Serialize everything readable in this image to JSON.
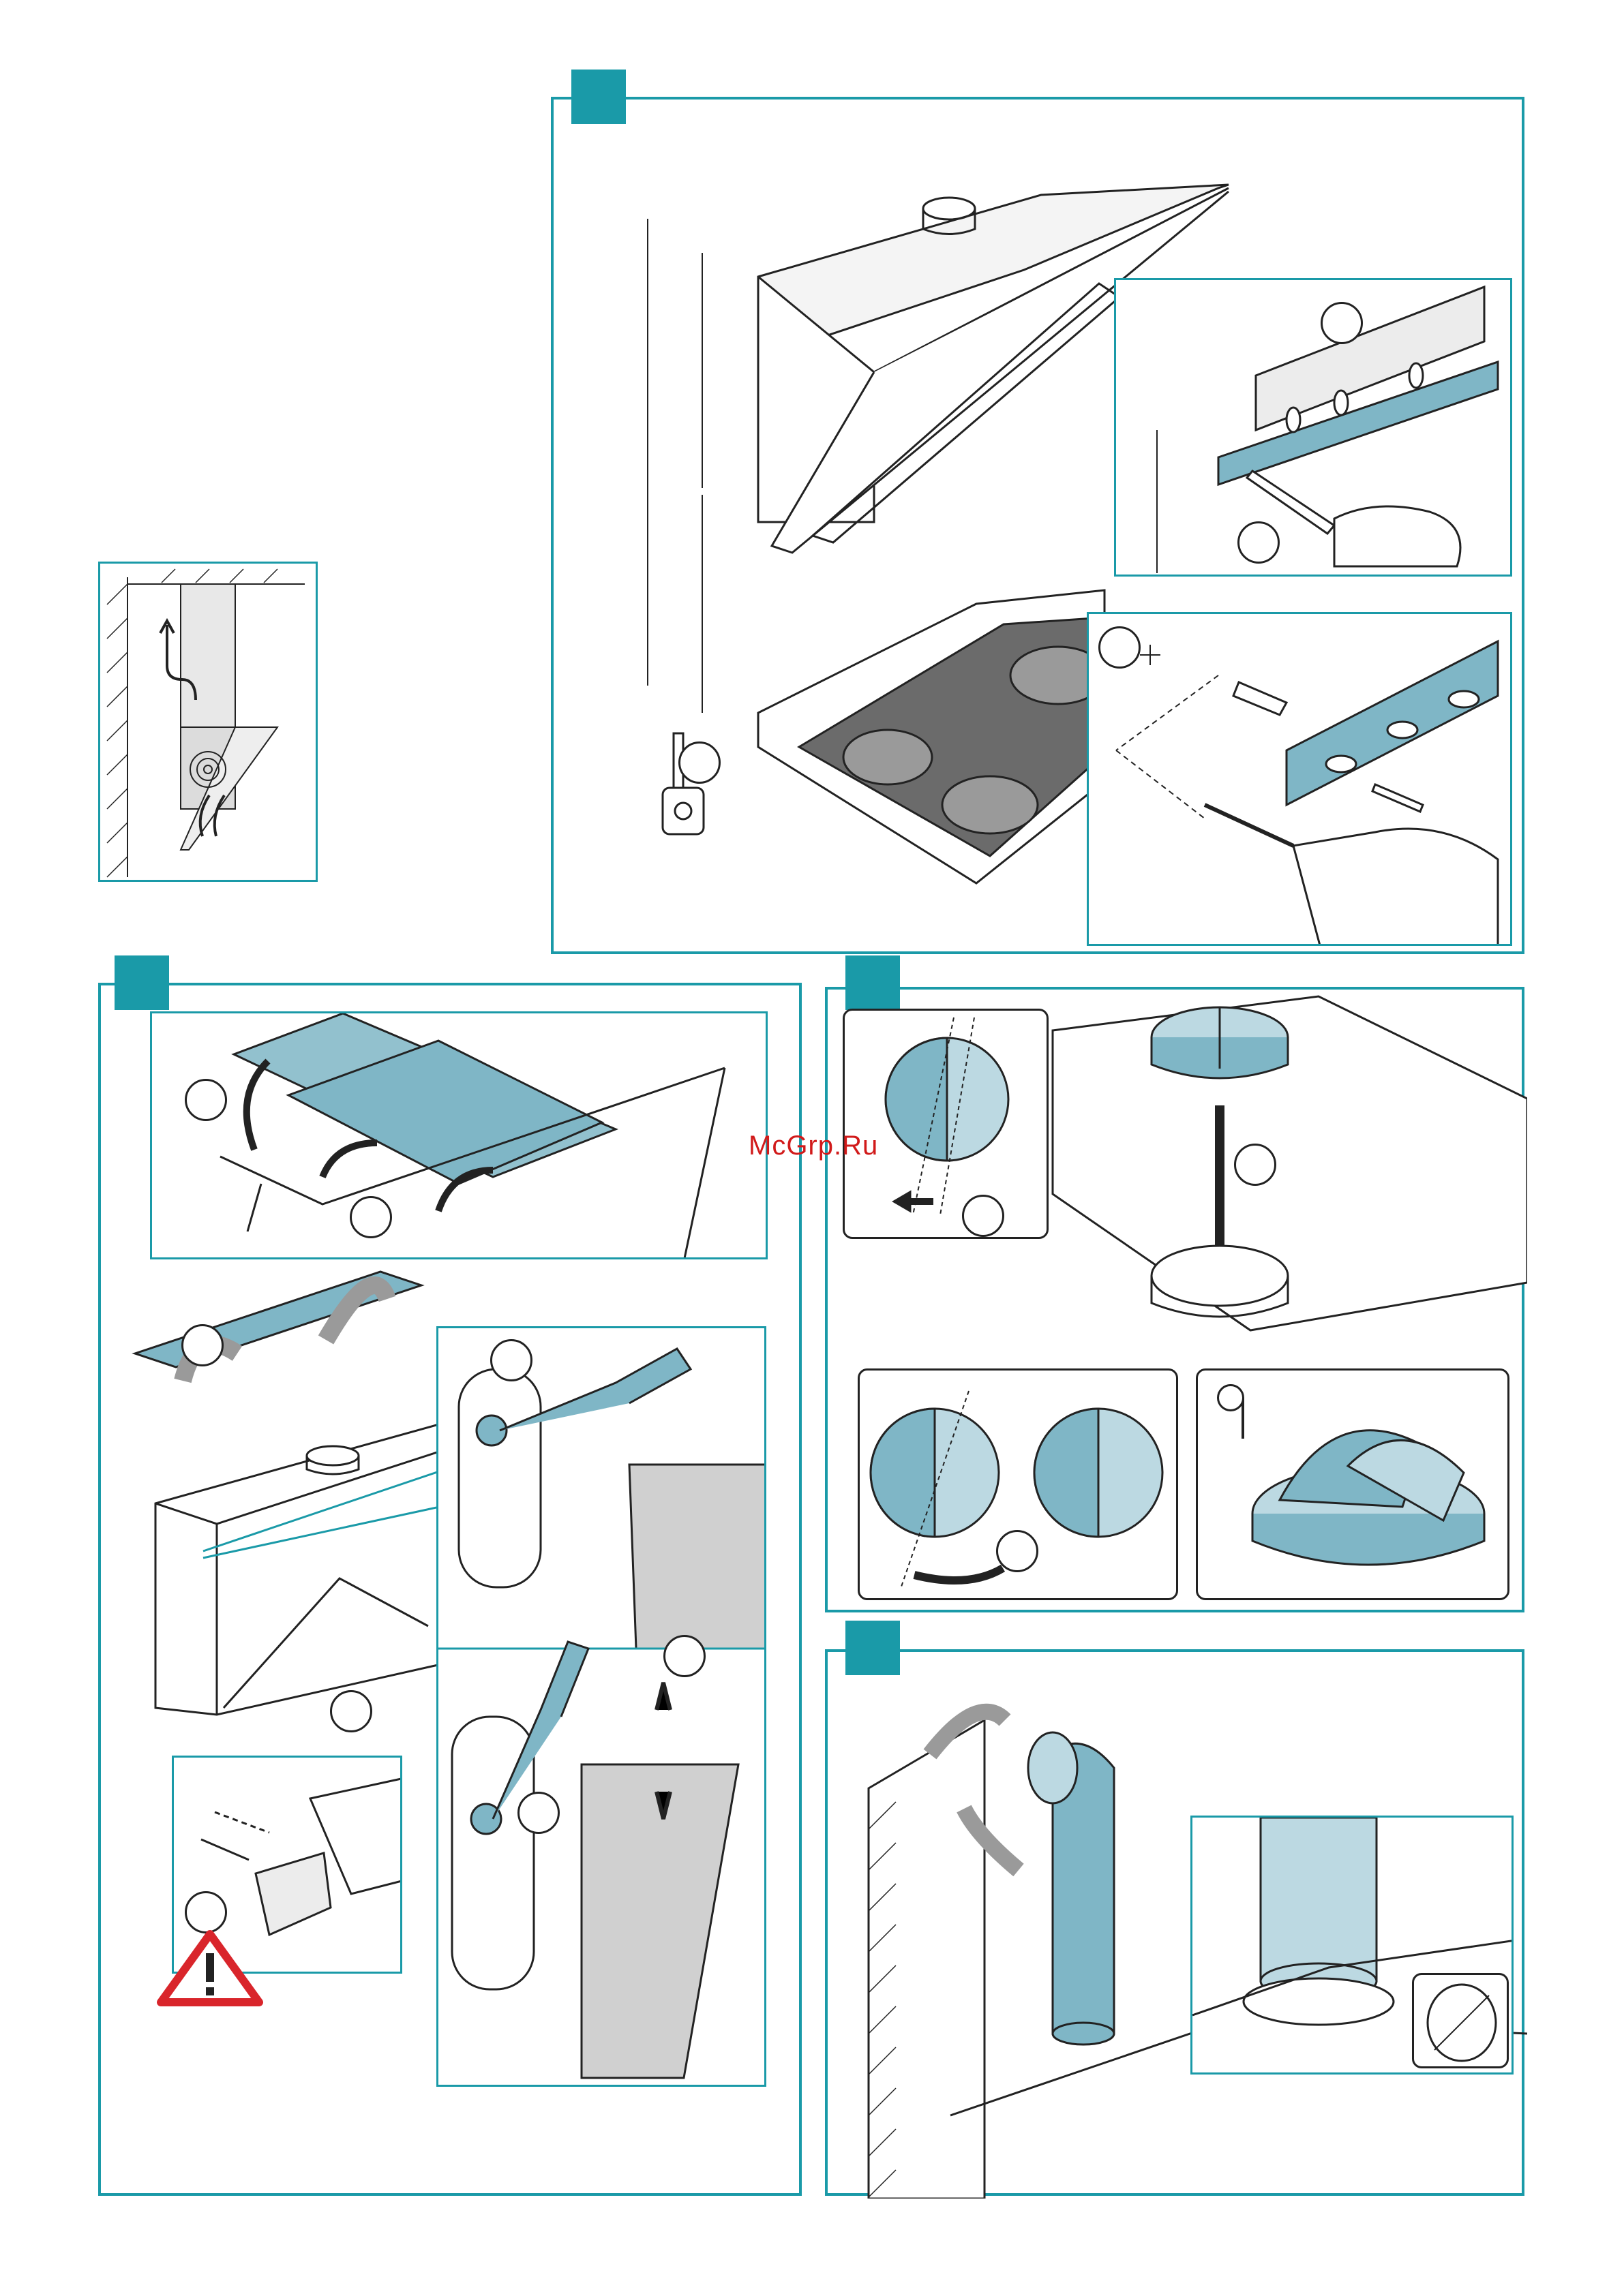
{
  "watermark": {
    "text": "McGrp.Ru",
    "color": "#d11a1a"
  },
  "colors": {
    "frame": "#1a9aa8",
    "part_blue": "#7fb6c6",
    "part_light": "#bcd9e2",
    "warning_red": "#d9252b",
    "line": "#222222"
  },
  "panels": [
    {
      "id": "airflow-diagram"
    },
    {
      "id": "step-measure-and-mount-rail"
    },
    {
      "id": "step-open-canopy-and-hang-hood"
    },
    {
      "id": "step-backflow-damper"
    },
    {
      "id": "step-connect-exhaust-duct"
    }
  ],
  "icons": [
    "tape-measure-icon",
    "spirit-level-icon",
    "pencil-icon",
    "drill-icon",
    "screwdriver-icon",
    "rotate-arrow-icon",
    "warning-triangle-icon",
    "wall-plug-icon",
    "screw-icon"
  ]
}
